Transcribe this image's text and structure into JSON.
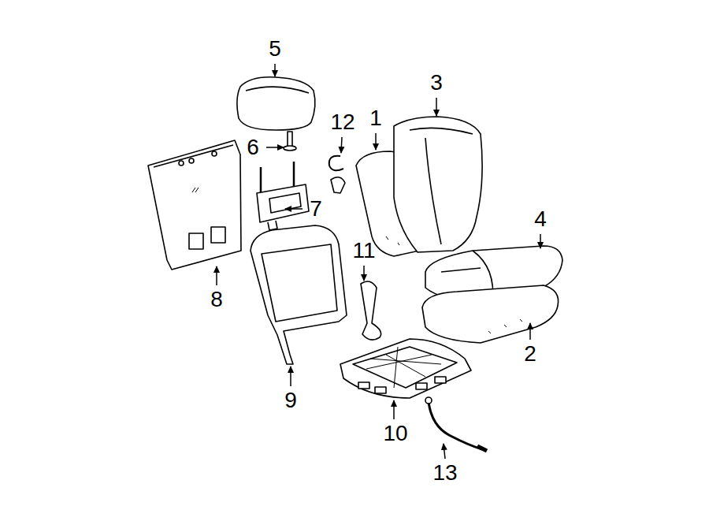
{
  "diagram": {
    "labels": [
      "5",
      "3",
      "12",
      "1",
      "6",
      "7",
      "4",
      "11",
      "8",
      "2",
      "9",
      "10",
      "13"
    ]
  }
}
